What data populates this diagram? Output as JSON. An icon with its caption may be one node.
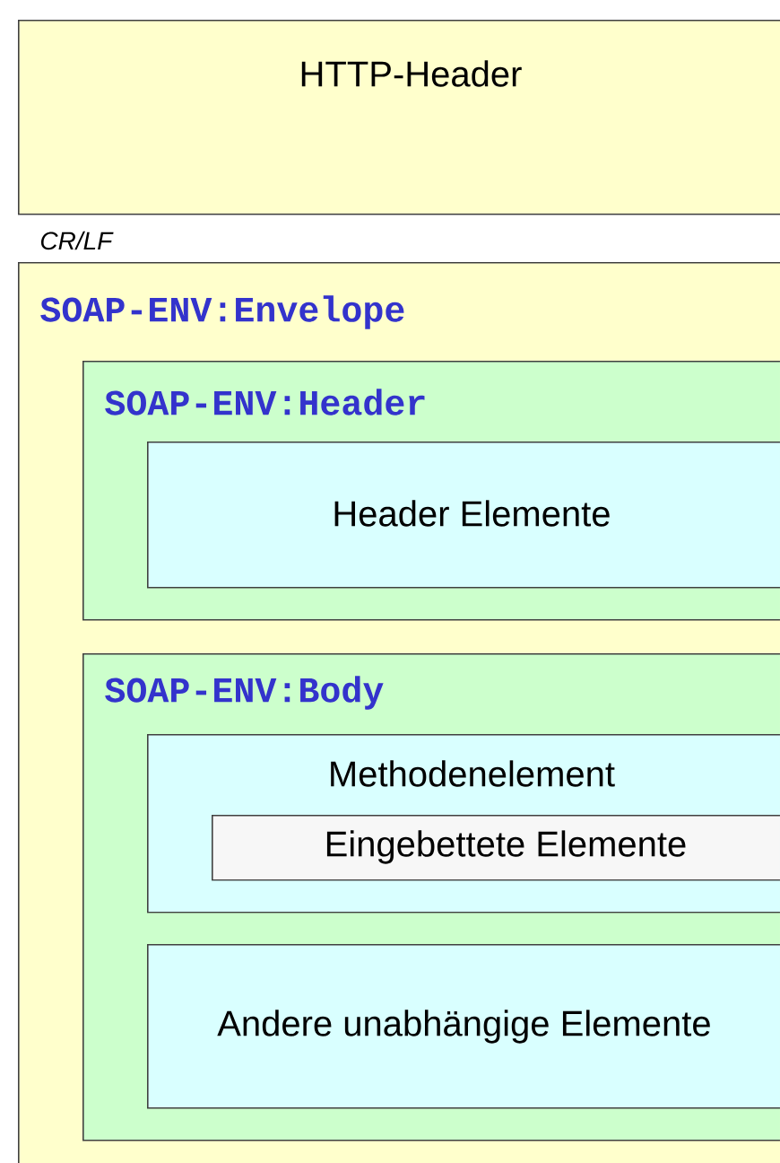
{
  "diagram": {
    "nodes": [
      {
        "text": [
          "HTTP-Header"
        ]
      },
      {
        "text": [
          "SOAP-ENV:Envelope"
        ]
      },
      {
        "text": [
          "SOAP-ENV:Header"
        ],
        "in": 1
      },
      {
        "text": [
          "Header Elemente"
        ],
        "in": 2
      },
      {
        "text": [
          "SOAP-ENV:Body"
        ],
        "in": 1
      },
      {
        "text": [
          "Methodenelement"
        ],
        "in": 4
      },
      {
        "text": [
          "Eingebettete Elemente"
        ],
        "in": 5
      },
      {
        "text": [
          "Andere unabhängige Elemente"
        ],
        "in": 4
      }
    ],
    "labels": [
      "CR/LF"
    ]
  }
}
